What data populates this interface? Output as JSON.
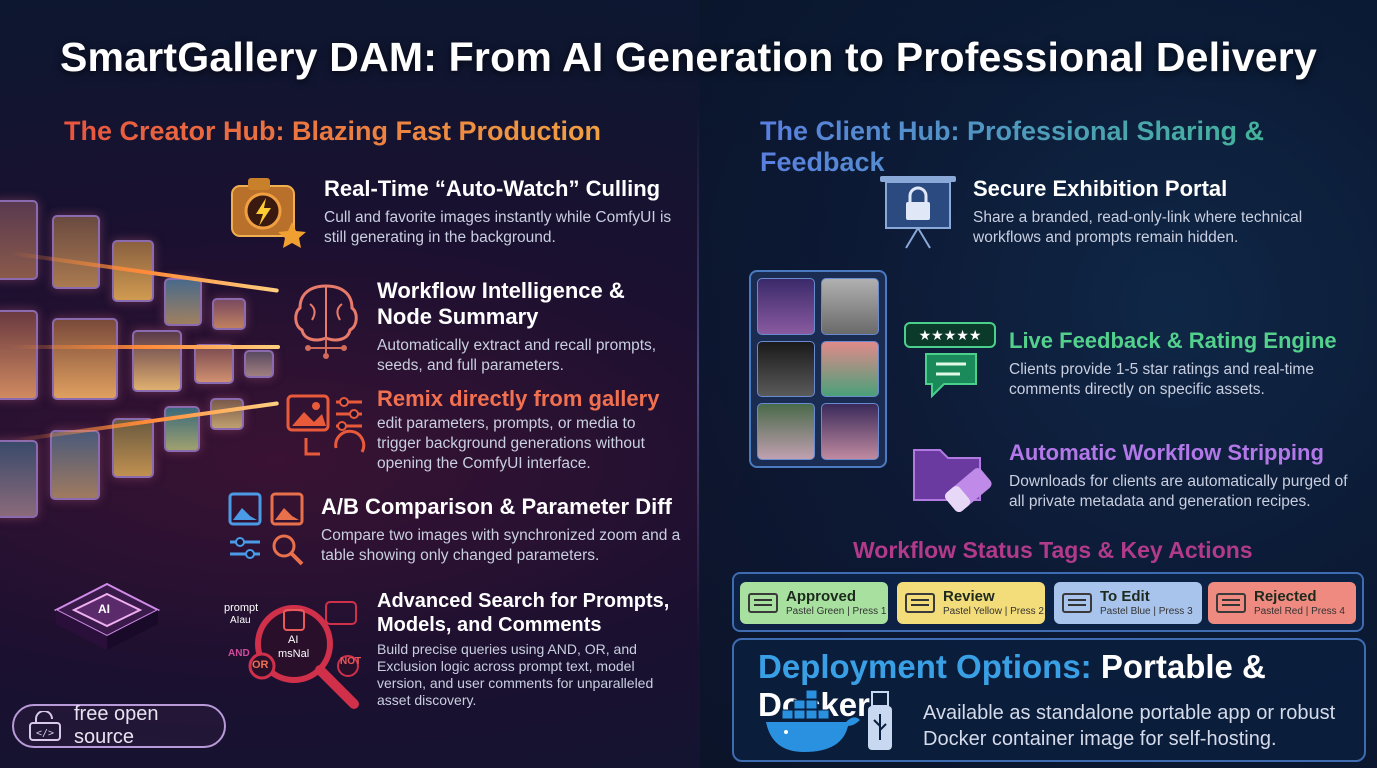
{
  "title": "SmartGallery DAM: From AI Generation to Professional Delivery",
  "creator_hub": {
    "heading": "The Creator Hub: Blazing Fast Production",
    "features": [
      {
        "title": "Real-Time “Auto-Watch” Culling",
        "desc": "Cull and favorite images instantly while ComfyUI is still generating in the background."
      },
      {
        "title": "Workflow Intelligence & Node Summary",
        "desc": "Automatically extract and recall prompts, seeds, and full parameters."
      },
      {
        "title": "Remix directly from gallery",
        "desc": "edit parameters, prompts, or media to trigger background generations without opening the ComfyUI interface."
      },
      {
        "title": "A/B Comparison & Parameter Diff",
        "desc": "Compare two images with synchronized zoom and a table showing only changed parameters."
      },
      {
        "title": "Advanced Search for Prompts, Models, and Comments",
        "desc": "Build precise queries using AND, OR, and Exclusion logic across prompt text, model version, and user comments for unparalleled asset discovery."
      }
    ],
    "search_icon_labels": {
      "prompt": "prompt",
      "prompt2": "AIau",
      "and": "AND",
      "or": "OR",
      "ai": "AI",
      "model": "msNal",
      "not": "NOT"
    },
    "chip_label": "AI",
    "badge": "free open source"
  },
  "client_hub": {
    "heading": "The Client Hub: Professional Sharing & Feedback",
    "features": [
      {
        "title": "Secure Exhibition Portal",
        "desc": "Share a branded, read-only-link where technical workflows and prompts remain hidden."
      },
      {
        "title": "Live Feedback & Rating Engine",
        "desc": "Clients provide 1-5 star ratings and real-time comments directly on specific assets."
      },
      {
        "title": "Automatic Workflow Stripping",
        "desc": "Downloads for clients are automatically purged of all private metadata and generation recipes."
      }
    ],
    "stars": "★★★★★"
  },
  "status": {
    "heading": "Workflow Status Tags & Key Actions",
    "tags": [
      {
        "name": "Approved",
        "sub": "Pastel Green | Press 1",
        "color": "#a8e0a0"
      },
      {
        "name": "Review",
        "sub": "Pastel Yellow | Press 2",
        "color": "#f3dc7a"
      },
      {
        "name": "To Edit",
        "sub": "Pastel Blue | Press 3",
        "color": "#a9c4ec"
      },
      {
        "name": "Rejected",
        "sub": "Pastel Red | Press 4",
        "color": "#ee8a80"
      }
    ]
  },
  "deploy": {
    "title_a": "Deployment Options:",
    "title_b": "Portable & Docker",
    "desc": "Available as standalone portable app or robust Docker container image for self-hosting."
  }
}
